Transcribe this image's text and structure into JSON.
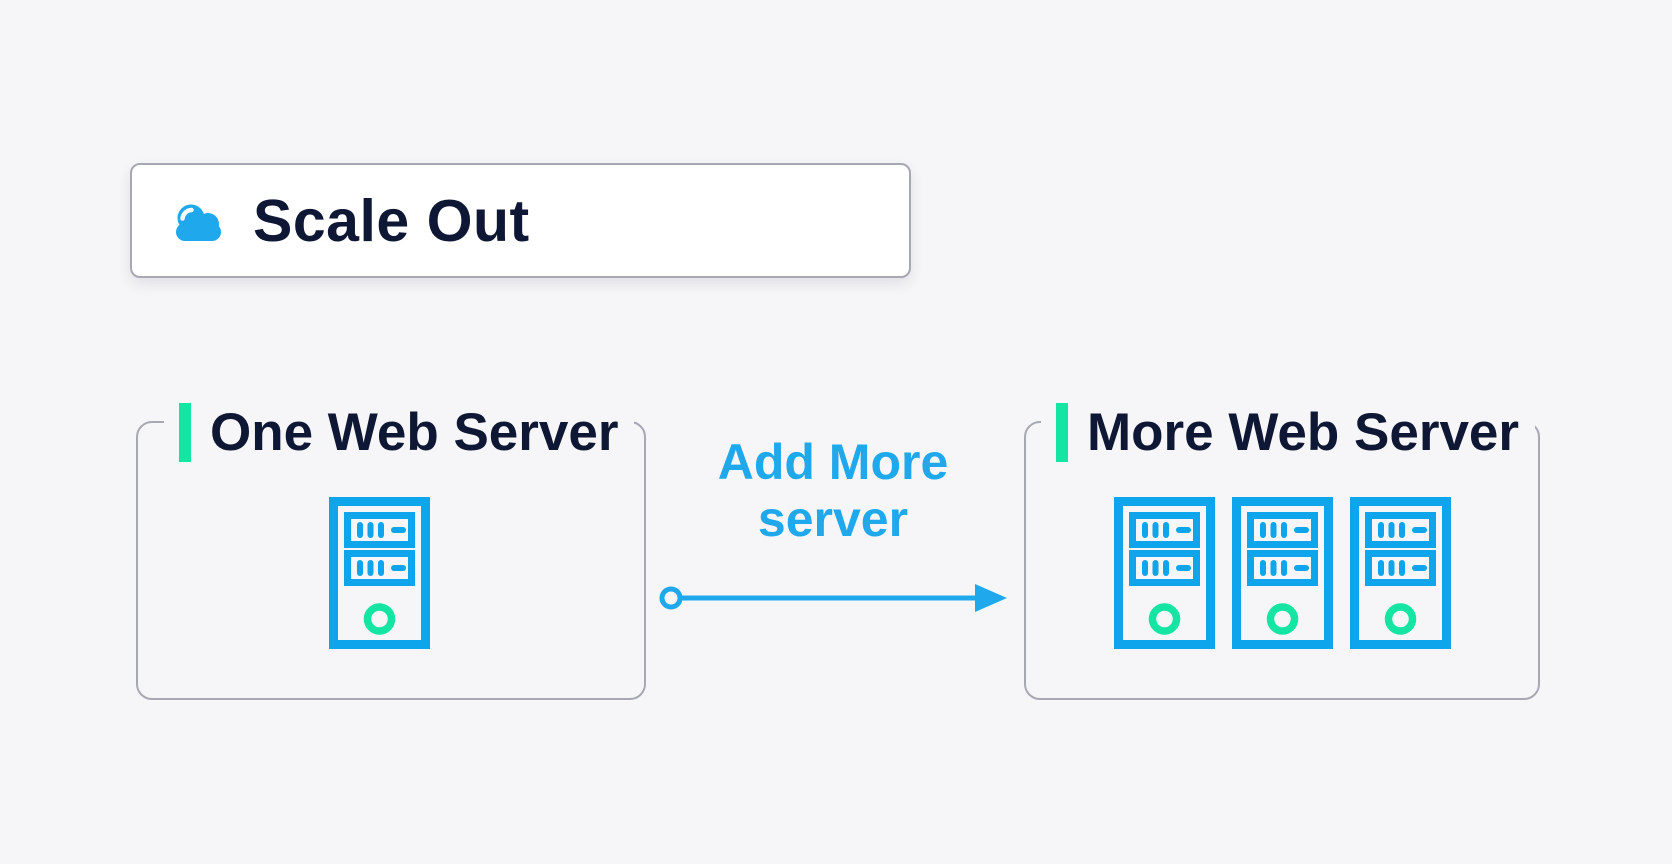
{
  "title_card": {
    "title": "Scale Out",
    "icon": "cloud-icon"
  },
  "nodes": {
    "left": {
      "label": "One Web Server",
      "server_count": 1,
      "icon": "server-tower-icon"
    },
    "right": {
      "label": "More Web Server",
      "server_count": 3,
      "icon": "server-tower-icon"
    }
  },
  "transition": {
    "lines": [
      "Add More",
      "server"
    ],
    "icon": "arrow-right-icon"
  },
  "colors": {
    "background": "#f6f6f8",
    "card_bg": "#ffffff",
    "border": "#a8a8b4",
    "navy": "#0e1733",
    "accent_blue": "#1fa9ec",
    "server_blue": "#0ea5ec",
    "green": "#15e5a3"
  }
}
